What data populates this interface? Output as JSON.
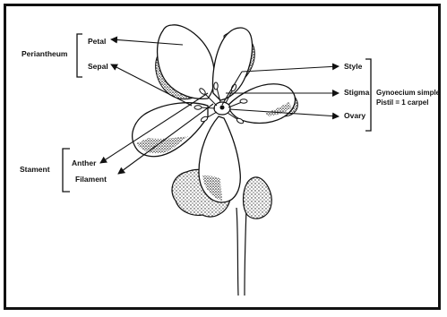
{
  "labels": {
    "perianth_group": "Periantheum",
    "petal": "Petal",
    "sepal": "Sepal",
    "style": "Style",
    "stigma": "Stigma",
    "ovary": "Ovary",
    "gynoecium_line1": "Gynoecium simple",
    "gynoecium_line2": "Pistil = 1 carpel",
    "stamen_group": "Stament",
    "anther": "Anther",
    "filament": "Filament"
  },
  "colors": {
    "ink": "#111111",
    "background": "#ffffff"
  }
}
